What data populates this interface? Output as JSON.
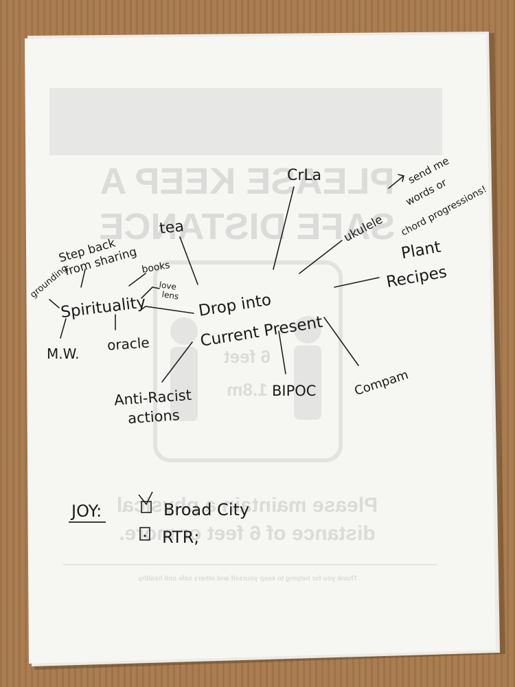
{
  "bleed_through": {
    "heading_line1": "PLEASE KEEP A",
    "heading_line2": "SAFE DISTANCE",
    "distance_ft": "6 feet",
    "distance_m": "1.8m",
    "footer_line1": "Please maintain a physical",
    "footer_line2": "distance of 6 feet or more.",
    "fine_print": "Thank you for helping to keep yourself and others safe and healthy."
  },
  "mindmap": {
    "center_line1": "Drop into",
    "center_line2": "Current Present",
    "nodes": {
      "crla": "CrLa",
      "tea": "tea",
      "step_back_line1": "Step back",
      "step_back_line2": "from sharing",
      "grounding": "grounding",
      "spirituality": "Spirituality",
      "books": "books",
      "love_line1": "love",
      "love_line2": "lens",
      "mw": "M.W.",
      "oracle": "oracle",
      "ukulele": "ukulele",
      "send_line1": "send me",
      "send_line2": "words or",
      "send_line3": "chord progressions!",
      "plant": "Plant",
      "recipes": "Recipes",
      "anti_line1": "Anti-Racist",
      "anti_line2": "actions",
      "bipoc": "BIPOC",
      "compam": "Compam"
    }
  },
  "joy": {
    "label": "JOY:",
    "items": [
      {
        "text": "Broad City",
        "checked": true
      },
      {
        "text": "RTR;",
        "checked": false
      }
    ]
  }
}
